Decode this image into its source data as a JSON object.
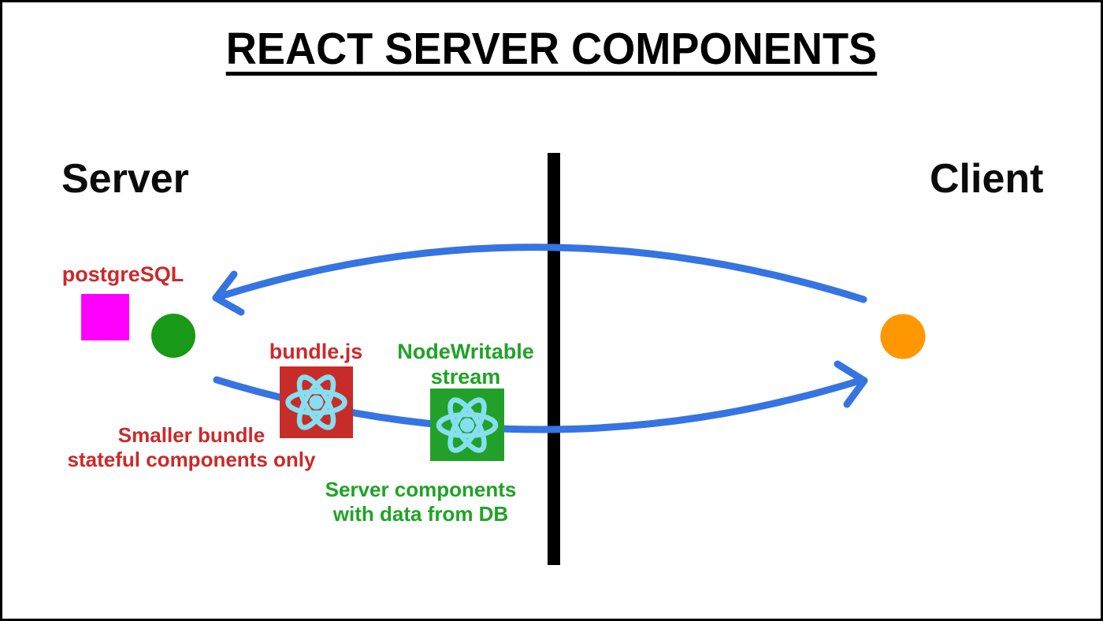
{
  "title": "REACT SERVER COMPONENTS",
  "sides": {
    "server": "Server",
    "client": "Client"
  },
  "labels": {
    "postgresql": "postgreSQL",
    "bundle_js": "bundle.js",
    "nodewritable_line1": "NodeWritable",
    "nodewritable_line2": "stream",
    "smaller_bundle_line1": "Smaller bundle",
    "smaller_bundle_line2": "stateful components only",
    "server_components_line1": "Server components",
    "server_components_line2": "with data from DB"
  },
  "icons": {
    "react_logo": "react-atom-icon",
    "database_square": "postgresql-database-shape",
    "server_node": "server-node-circle",
    "client_node": "client-node-circle"
  },
  "colors": {
    "arrow_blue": "#3574E2",
    "divider_black": "#000000",
    "postgres_magenta": "#FF00FF",
    "server_node_green": "#189918",
    "client_node_orange": "#FF9800",
    "bundle_square_red": "#C82C28",
    "stream_square_green": "#22A02A",
    "react_cyan": "#85DFF1",
    "red_text": "#CC2929",
    "green_text": "#1FA325"
  }
}
